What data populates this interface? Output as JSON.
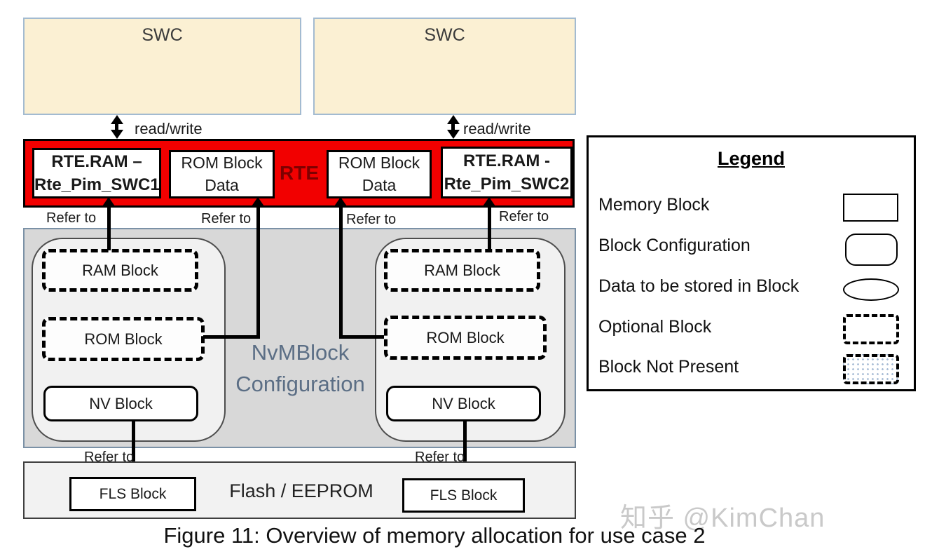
{
  "colors": {
    "red": "#f20000",
    "dark_red": "#7e0000",
    "swc_fill": "#fbf0d3",
    "swc_border": "#a3bbd1",
    "nvm_fill": "#d8d8d8",
    "nvm_border": "#7b91a6",
    "inner_fill": "#f1f1f1",
    "flash_fill": "#f2f2f2",
    "config_text": "#5b6e85",
    "watermark": "#c9c9c9",
    "dot_fill": "#a9bdd6"
  },
  "swc": {
    "left_label": "SWC",
    "right_label": "SWC"
  },
  "rte_layer": {
    "rte_label": "RTE",
    "ram_box_left": {
      "line1": "RTE.RAM –",
      "line2": "Rte_Pim_SWC1"
    },
    "rom_data_left": {
      "line1": "ROM Block",
      "line2": "Data"
    },
    "rom_data_right": {
      "line1": "ROM Block",
      "line2": "Data"
    },
    "ram_box_right": {
      "line1": "RTE.RAM -",
      "line2": "Rte_Pim_SWC2"
    }
  },
  "labels": {
    "read_write_left": "read/write",
    "read_write_right": "read/write",
    "refer_to_1": "Refer to",
    "refer_to_2": "Refer to",
    "refer_to_3": "Refer to",
    "refer_to_4": "Refer to",
    "refer_to_5": "Refer to",
    "refer_to_6": "Refer to"
  },
  "nvm": {
    "title_line1": "NvMBlock",
    "title_line2": "Configuration",
    "left": {
      "ram": "RAM Block",
      "rom": "ROM Block",
      "nv": "NV Block"
    },
    "right": {
      "ram": "RAM Block",
      "rom": "ROM Block",
      "nv": "NV Block"
    }
  },
  "flash": {
    "title": "Flash / EEPROM",
    "fls_left": "FLS Block",
    "fls_right": "FLS Block"
  },
  "legend": {
    "title": "Legend",
    "items": [
      {
        "label": "Memory Block",
        "swatch": "rect"
      },
      {
        "label": "Block Configuration",
        "swatch": "rounded"
      },
      {
        "label": "Data to be stored in Block",
        "swatch": "ellipse"
      },
      {
        "label": "Optional Block",
        "swatch": "dashed"
      },
      {
        "label": "Block Not Present",
        "swatch": "dotted"
      }
    ]
  },
  "caption": "Figure 11: Overview of memory allocation for use case 2",
  "watermark": "知乎 @KimChan"
}
